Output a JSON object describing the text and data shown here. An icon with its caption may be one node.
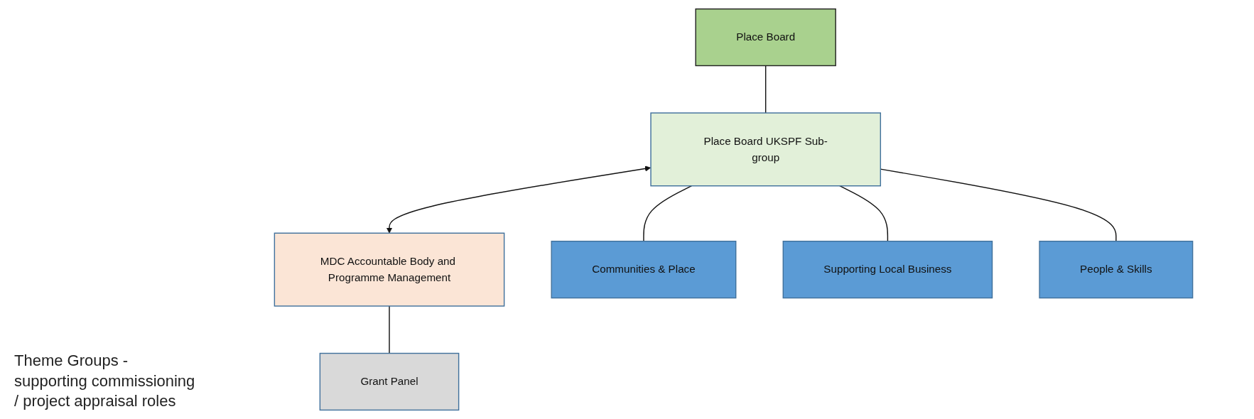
{
  "diagram": {
    "nodes": [
      {
        "text": [
          "Place Board"
        ]
      },
      {
        "text": [
          "Place Board UKSPF Sub-group"
        ]
      },
      {
        "text": [
          "MDC Accountable Body and Programme Management"
        ]
      },
      {
        "text": [
          "Communities & Place"
        ]
      },
      {
        "text": [
          "Supporting Local Business"
        ]
      },
      {
        "text": [
          "People & Skills"
        ]
      },
      {
        "text": [
          "Grant Panel"
        ]
      }
    ],
    "edges": [
      {
        "from": 0,
        "to": 1,
        "arrow": "none"
      },
      {
        "from": 1,
        "to": 2,
        "arrow": "both"
      },
      {
        "from": 1,
        "to": 3,
        "arrow": "none"
      },
      {
        "from": 1,
        "to": 4,
        "arrow": "none"
      },
      {
        "from": 1,
        "to": 5,
        "arrow": "none"
      },
      {
        "from": 2,
        "to": 6,
        "arrow": "none"
      }
    ],
    "labels": [
      "Theme Groups - supporting commissioning / project appraisal roles"
    ]
  }
}
